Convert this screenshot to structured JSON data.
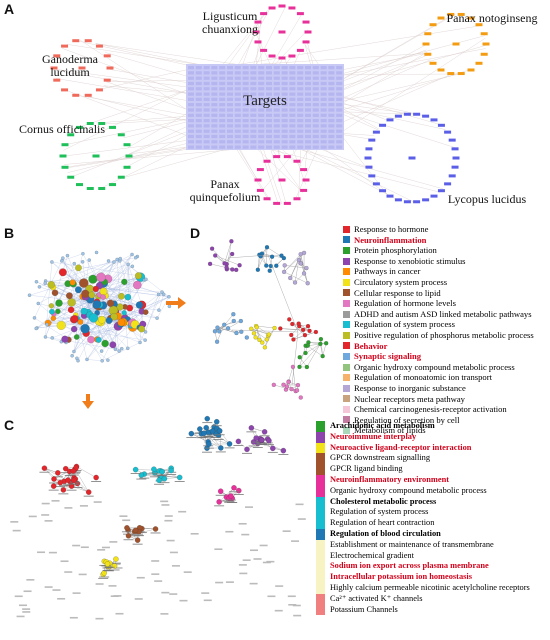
{
  "panels": {
    "a": "A",
    "b": "B",
    "c": "C",
    "d": "D"
  },
  "panel_a": {
    "center_label": "Targets",
    "herbs": [
      {
        "name_lines": [
          "Ligusticum",
          "chuanxiong"
        ],
        "color": "#e8309a"
      },
      {
        "name_lines": [
          "Panax notoginseng"
        ],
        "color": "#f39c12"
      },
      {
        "name_lines": [
          "Ganoderma",
          "lucidum"
        ],
        "color": "#f06a5c"
      },
      {
        "name_lines": [
          "Cornus officinalis"
        ],
        "color": "#1fbf5a"
      },
      {
        "name_lines": [
          "Panax",
          "quinquefolium"
        ],
        "color": "#e8309a"
      },
      {
        "name_lines": [
          "Lycopus lucidus"
        ],
        "color": "#5b5fe8"
      }
    ]
  },
  "legend_d": [
    {
      "label": "Response to hormone",
      "color": "#e3262b",
      "style": "normal"
    },
    {
      "label": "Neuroinflammation",
      "color": "#1f78b4",
      "style": "highlight"
    },
    {
      "label": "Protein phosphorylation",
      "color": "#2ca02c",
      "style": "normal"
    },
    {
      "label": "Response to xenobiotic stimulus",
      "color": "#8e44ad",
      "style": "normal"
    },
    {
      "label": "Pathways in cancer",
      "color": "#ff8c00",
      "style": "normal"
    },
    {
      "label": "Circulatory system process",
      "color": "#f2e21a",
      "style": "normal"
    },
    {
      "label": "Cellular response to lipid",
      "color": "#a0522d",
      "style": "normal"
    },
    {
      "label": "Regulation of hormone levels",
      "color": "#e377c2",
      "style": "normal"
    },
    {
      "label": "ADHD and autism ASD linked metabolic pathways",
      "color": "#9b9b9b",
      "style": "normal"
    },
    {
      "label": "Regulation of system process",
      "color": "#17becf",
      "style": "normal"
    },
    {
      "label": "Positive regulation of phosphorus metabolic process",
      "color": "#bcbd22",
      "style": "normal"
    },
    {
      "label": "Behavior",
      "color": "#e3262b",
      "style": "highlight"
    },
    {
      "label": "Synaptic signaling",
      "color": "#6fa8dc",
      "style": "highlight"
    },
    {
      "label": "Organic hydroxy compound metabolic process",
      "color": "#93c47d",
      "style": "normal"
    },
    {
      "label": "Regulation of monoatomic ion transport",
      "color": "#f6b26b",
      "style": "normal"
    },
    {
      "label": "Response to inorganic substance",
      "color": "#b4a7d6",
      "style": "normal"
    },
    {
      "label": "Nuclear receptors meta pathway",
      "color": "#c9a27e",
      "style": "normal"
    },
    {
      "label": "Chemical carcinogenesis-receptor activation",
      "color": "#f4c6d8",
      "style": "normal"
    },
    {
      "label": "Regulation of secretion by cell",
      "color": "#c27ba0",
      "style": "normal"
    },
    {
      "label": "Metabolism of lipids",
      "color": "#a8d8b9",
      "style": "normal"
    }
  ],
  "legend_c": [
    {
      "color": "#2ca02c",
      "lines": [
        {
          "text": "Arachidonic acid metabolism",
          "style": "bold"
        }
      ]
    },
    {
      "color": "#8e44ad",
      "lines": [
        {
          "text": "Neuroimmune interplay",
          "style": "highlight"
        }
      ]
    },
    {
      "color": "#f2e21a",
      "lines": [
        {
          "text": "Neuroactive ligand-receptor interaction",
          "style": "highlight"
        }
      ]
    },
    {
      "color": "#a0522d",
      "lines": [
        {
          "text": "GPCR downstream signalling",
          "style": "normal"
        },
        {
          "text": "GPCR ligand binding",
          "style": "normal"
        }
      ]
    },
    {
      "color": "#e8309a",
      "lines": [
        {
          "text": "Neuroinflammatory environment",
          "style": "highlight"
        },
        {
          "text": "Organic hydroxy compound metabolic process",
          "style": "normal"
        }
      ]
    },
    {
      "color": "#17becf",
      "lines": [
        {
          "text": "Cholesterol metabolic process",
          "style": "bold"
        },
        {
          "text": "Regulation of system process",
          "style": "normal"
        },
        {
          "text": "Regulation of heart contraction",
          "style": "normal"
        }
      ]
    },
    {
      "color": "#1f78b4",
      "lines": [
        {
          "text": "Regulation of blood circulation",
          "style": "bold"
        }
      ]
    },
    {
      "color": "#f7f3c2",
      "lines": [
        {
          "text": "Establishment or maintenance of transmembrane",
          "style": "normal"
        },
        {
          "text": "Electrochemical gradient",
          "style": "normal"
        },
        {
          "text": "Sodium ion export across plasma membrane",
          "style": "highlight"
        },
        {
          "text": "Intracellular potassium ion homeostasis",
          "style": "highlight"
        },
        {
          "text": "Highly calcium permeable nicotinic acetylcholine receptors",
          "style": "normal"
        }
      ]
    },
    {
      "color": "#f08080",
      "lines": [
        {
          "text": "Ca²⁺ activated K⁺ channels",
          "style": "normal"
        },
        {
          "text": "Potassium Channels",
          "style": "normal"
        }
      ]
    }
  ]
}
